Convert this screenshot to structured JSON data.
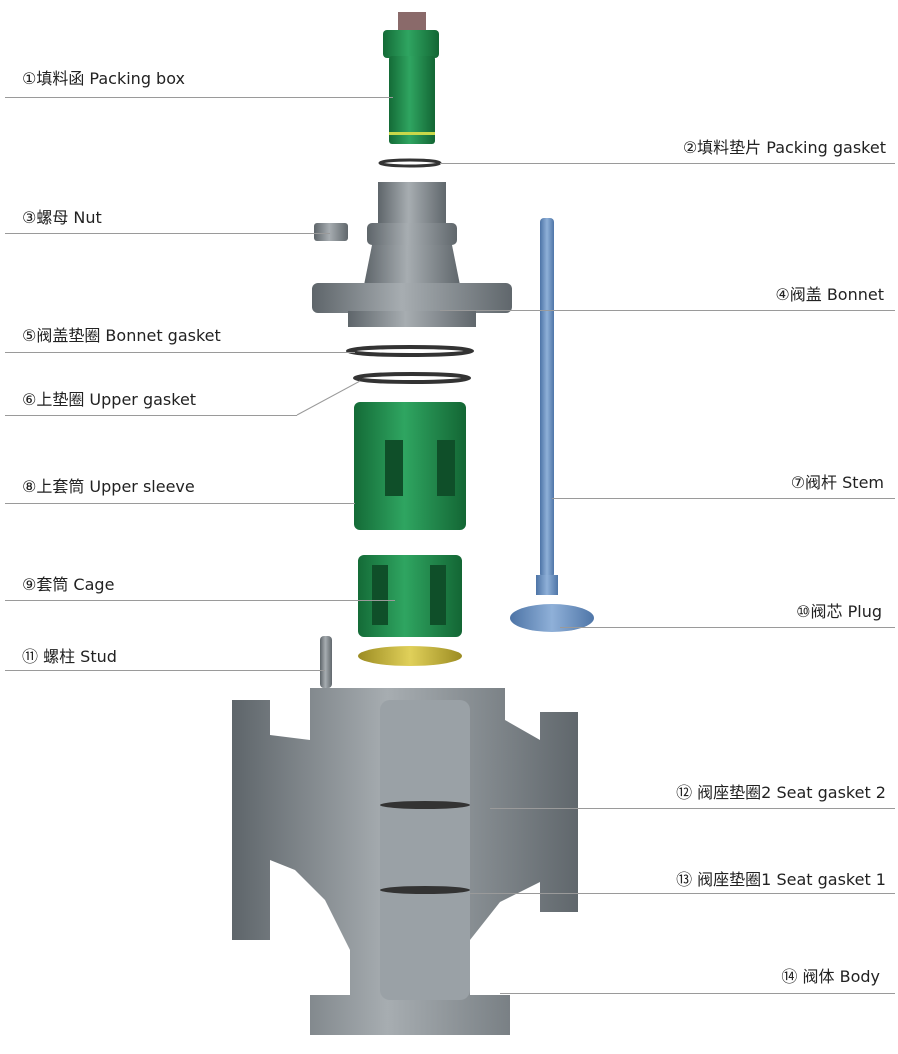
{
  "title": "Exploded view of control valve components",
  "labels": {
    "l1": "①填料函  Packing box",
    "l2": "②填料垫片  Packing gasket",
    "l3": "③螺母  Nut",
    "l4": "④阀盖  Bonnet",
    "l5": "⑤阀盖垫圈  Bonnet gasket",
    "l6": "⑥上垫圈  Upper gasket",
    "l7": "⑦阀杆  Stem",
    "l8": "⑧上套筒  Upper sleeve",
    "l9": "⑨套筒  Cage",
    "l10": "⑩阀芯  Plug",
    "l11": "⑪ 螺柱  Stud",
    "l12": "⑫  阀座垫圈2  Seat gasket 2",
    "l13": "⑬  阀座垫圈1  Seat gasket 1",
    "l14": "⑭  阀体  Body"
  },
  "colors": {
    "green": "#1f8a4a",
    "steel": "#7d8489",
    "blue": "#6b93c4",
    "yellow": "#c9b73a",
    "gasket": "#333333"
  }
}
